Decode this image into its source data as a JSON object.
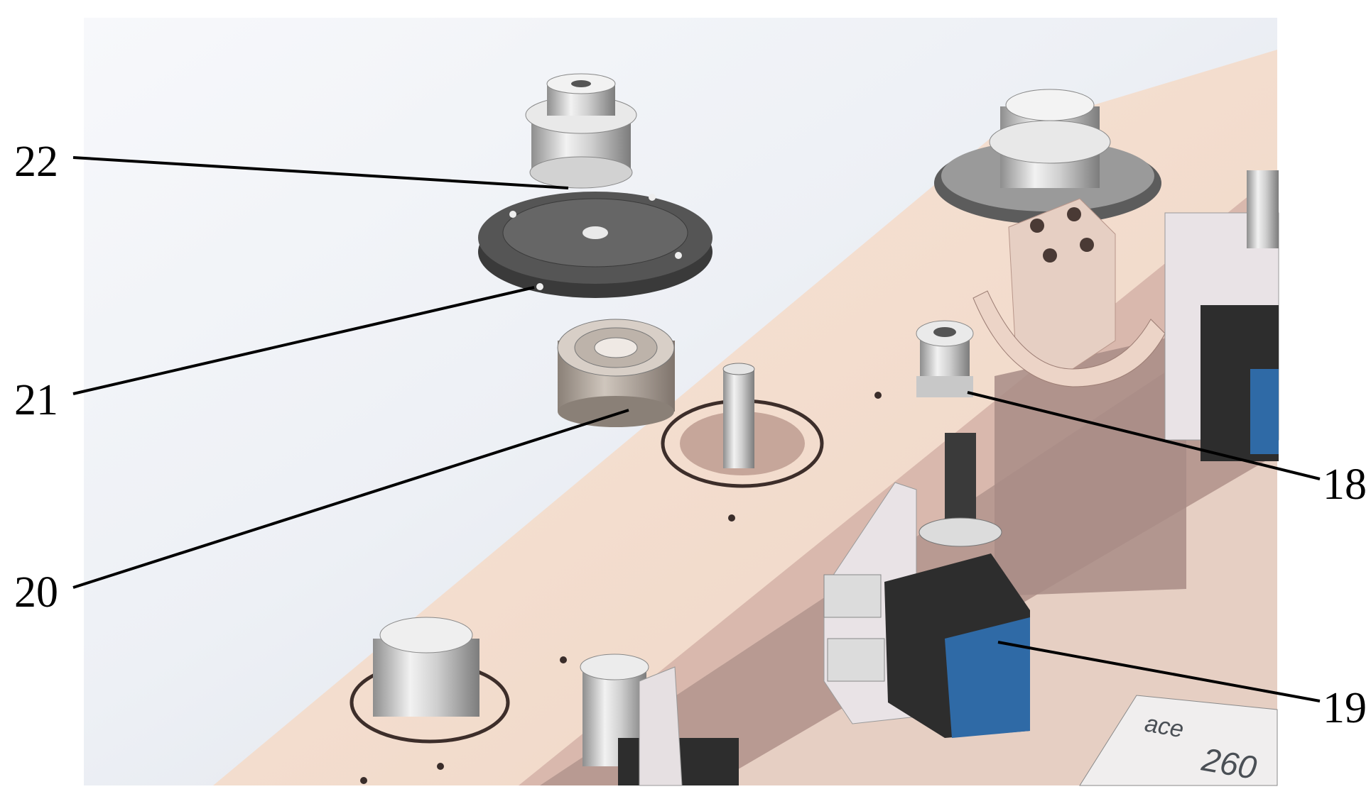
{
  "figure": {
    "callouts": [
      {
        "id": "c22",
        "label": "22"
      },
      {
        "id": "c21",
        "label": "21"
      },
      {
        "id": "c20",
        "label": "20"
      },
      {
        "id": "c18",
        "label": "18"
      },
      {
        "id": "c19",
        "label": "19"
      }
    ],
    "component_text": {
      "brand": "ace",
      "number": "260"
    },
    "colors": {
      "board": "#f4dccd",
      "board_shadow": "#c7a79d",
      "metal": "#d7d7d7",
      "dark_flange": "#4a4a4a",
      "servo_body": "#2d2d2d",
      "servo_blue": "#2f6aa6",
      "bracket": "#e9e3e6"
    }
  }
}
